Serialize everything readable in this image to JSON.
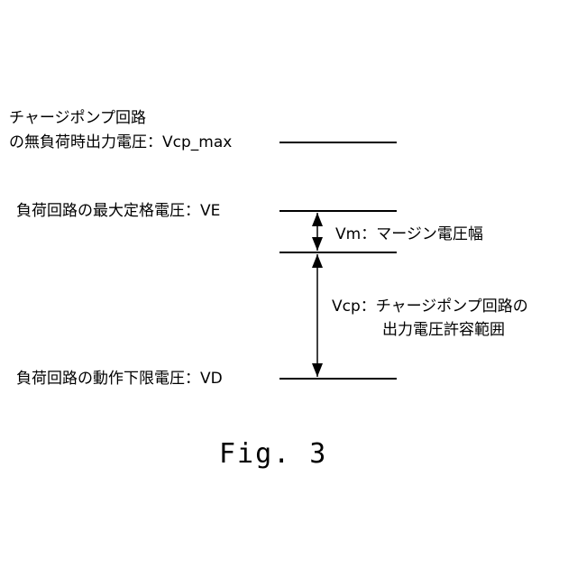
{
  "labels": {
    "vcp_max_line1": "チャージポンプ回路",
    "vcp_max_line2": "の無負荷時出力電圧：Vcp_max",
    "ve": "負荷回路の最大定格電圧：VE",
    "vd": "負荷回路の動作下限電圧：VD",
    "vm": "Vm：マージン電圧幅",
    "vcp_line1": "Vcp：チャージポンプ回路の",
    "vcp_line2": "出力電圧許容範囲"
  },
  "caption": "Fig. 3"
}
